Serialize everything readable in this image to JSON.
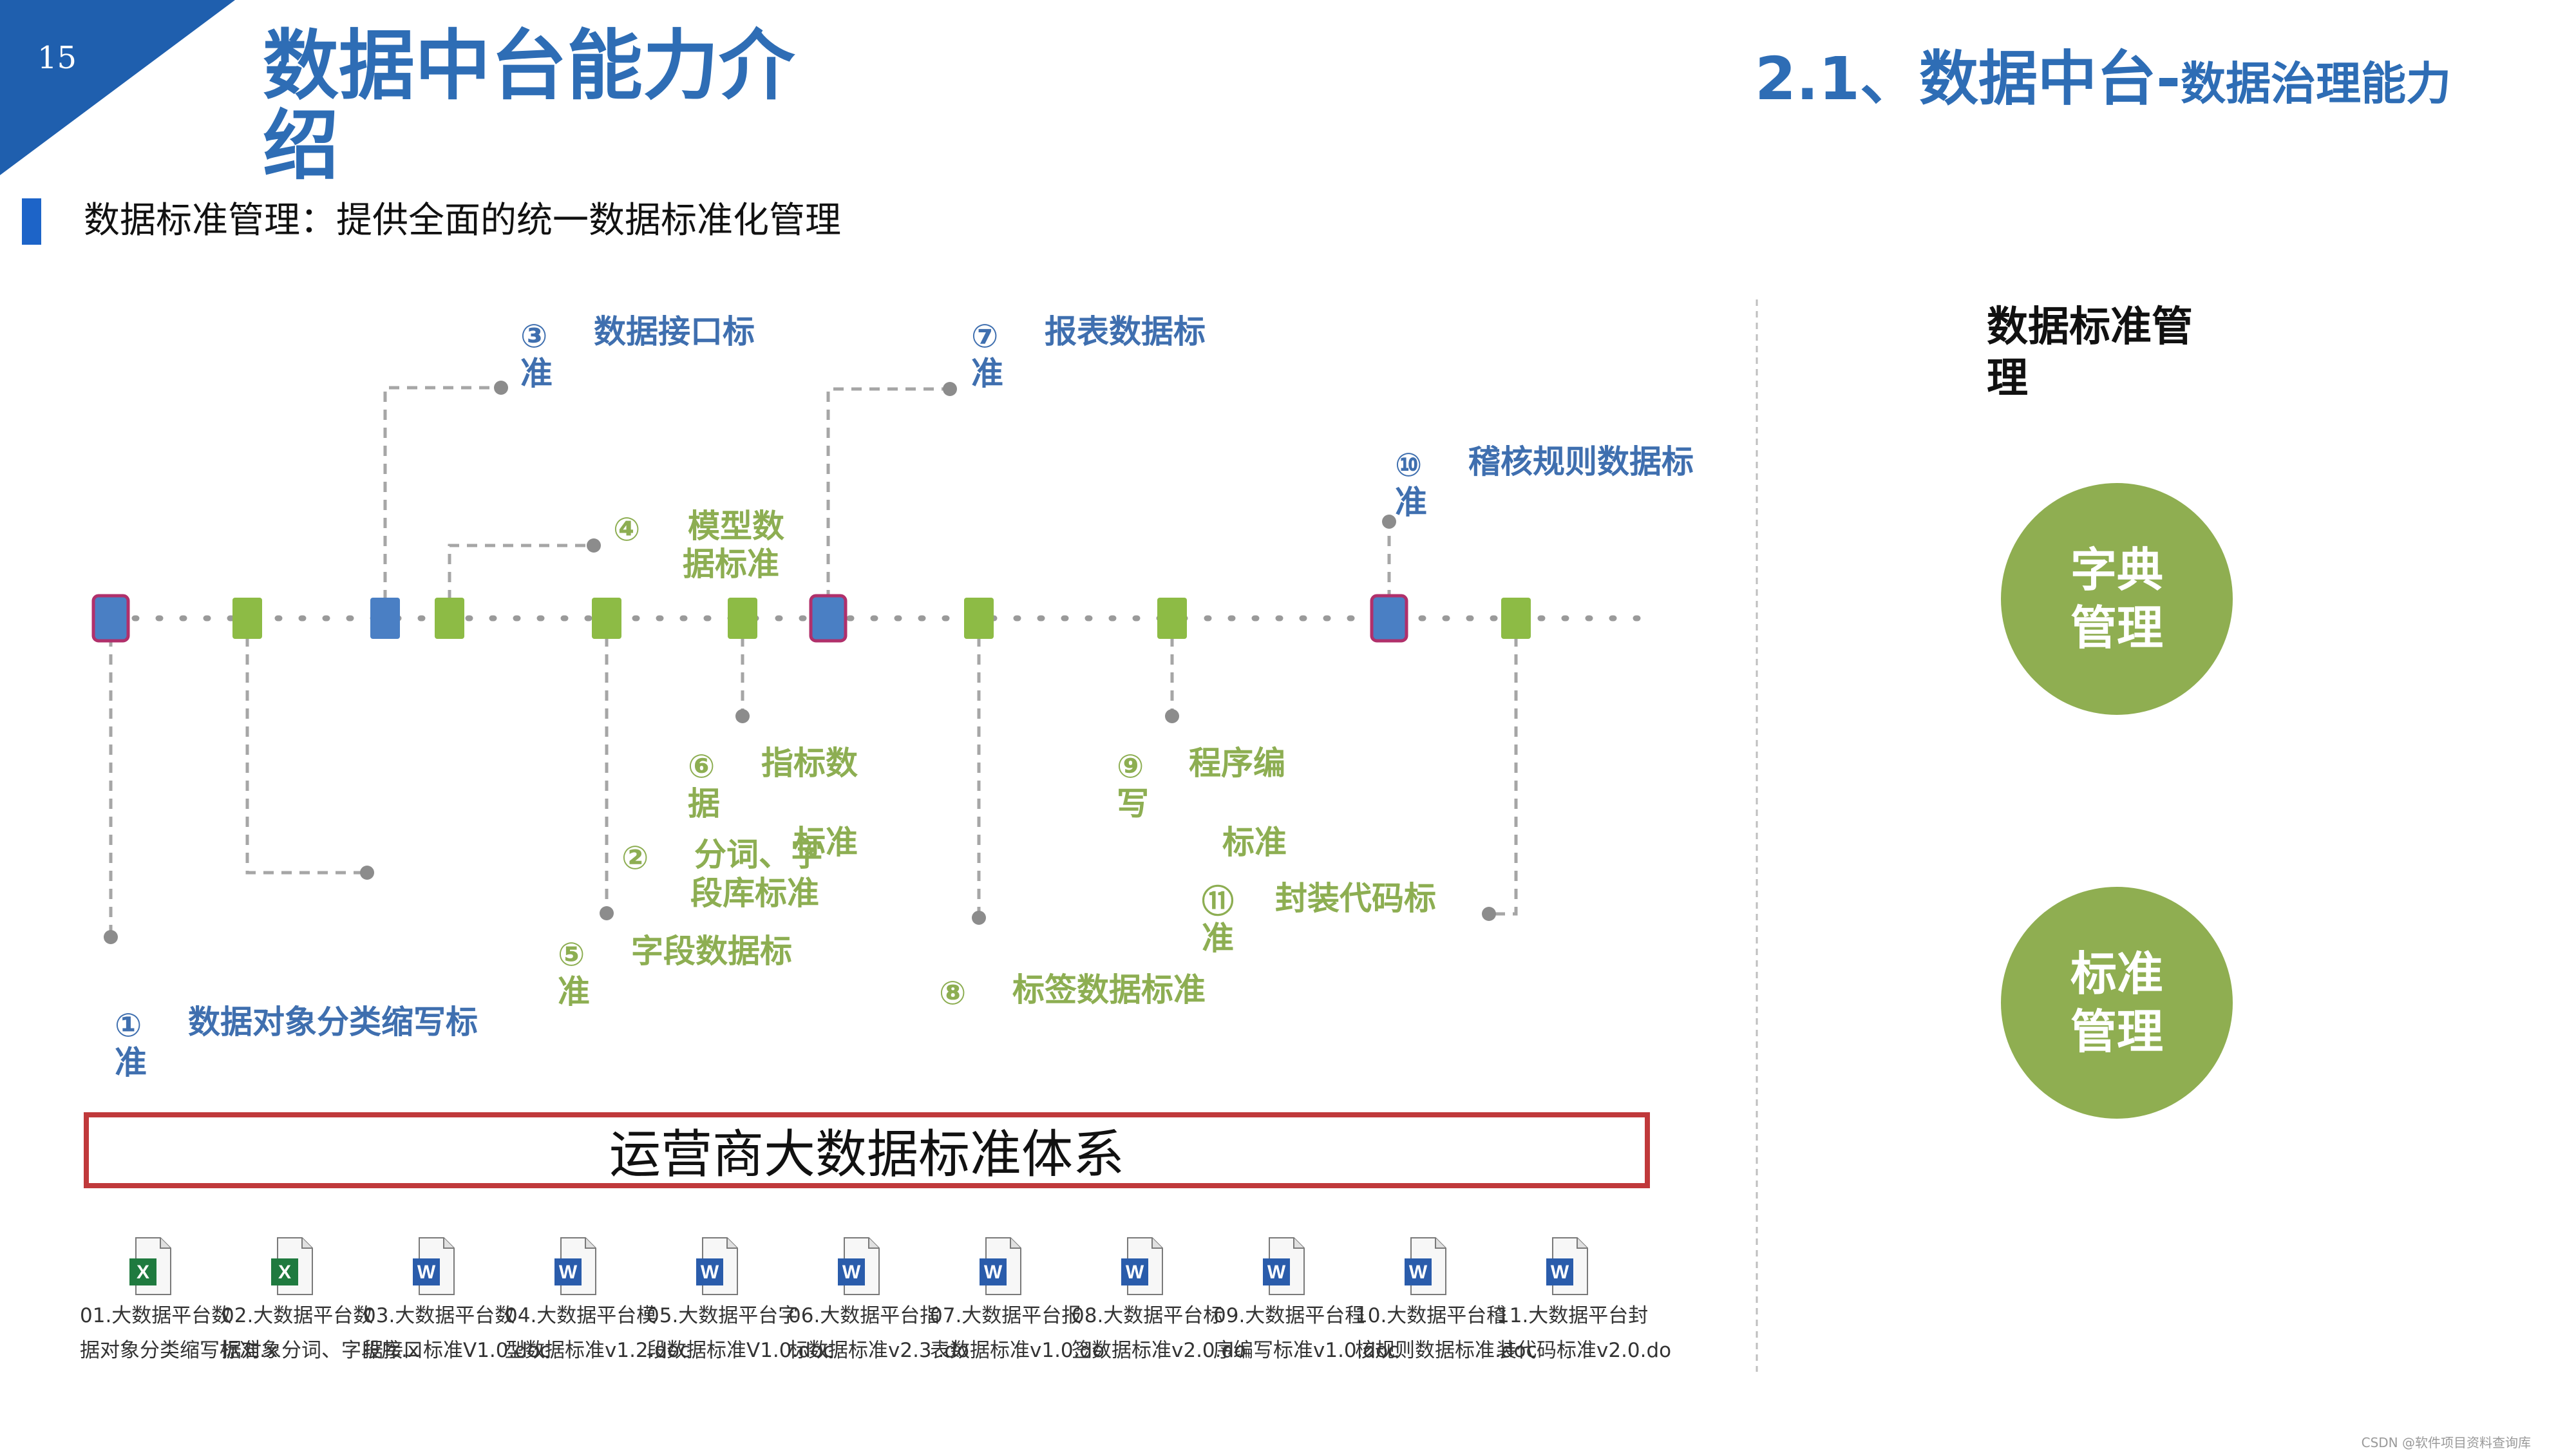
{
  "slide": {
    "page_number": "15",
    "title": "数据中台能力介绍",
    "section_prefix": "2.1、数据中台-",
    "section_title": "数据治理能力",
    "intro": "数据标准管理：提供全面的统一数据标准化管理",
    "right_heading": "数据标准管理",
    "circles": [
      "字典管理",
      "标准管理"
    ],
    "framework_label": "运营商大数据标准体系",
    "watermark": "CSDN @软件项目资料查询库"
  },
  "timeline": {
    "standards": [
      {
        "num": "①",
        "label": "数据对象分类缩写标",
        "label2": "准",
        "color": "blue"
      },
      {
        "num": "②",
        "label": "分词、字",
        "label2": "段库标准",
        "color": "green"
      },
      {
        "num": "③",
        "label": "数据接口标",
        "label2": "准",
        "color": "blue"
      },
      {
        "num": "④",
        "label": "模型数",
        "label2": "据标准",
        "color": "green"
      },
      {
        "num": "⑤",
        "label": "字段数据标",
        "label2": "准",
        "color": "green"
      },
      {
        "num": "⑥",
        "label": "指标数",
        "label2": "据",
        "label3": "标准",
        "color": "green"
      },
      {
        "num": "⑦",
        "label": "报表数据标",
        "label2": "准",
        "color": "blue"
      },
      {
        "num": "⑧",
        "label": "标签数据标准",
        "color": "green"
      },
      {
        "num": "⑨",
        "label": "程序编",
        "label2": "写",
        "label3": "标准",
        "color": "green"
      },
      {
        "num": "⑩",
        "label": "稽核规则数据标",
        "label2": "准",
        "color": "blue"
      },
      {
        "num": "⑪",
        "label": "封装代码标",
        "label2": "准",
        "color": "green"
      }
    ]
  },
  "files": [
    {
      "type": "xlsx",
      "line1": "01.大数据平台数",
      "line2": "据对象分类缩写标准.x"
    },
    {
      "type": "xlsx",
      "line1": "02.大数据平台数",
      "line2": "据对象分词、字段库.x"
    },
    {
      "type": "docx",
      "line1": "03.大数据平台数",
      "line2": "据接口标准V1.0.doc"
    },
    {
      "type": "docx",
      "line1": "04.大数据平台模",
      "line2": "型数据标准v1.2.doc"
    },
    {
      "type": "docx",
      "line1": "05.大数据平台字",
      "line2": "段数据标准V1.0.doc"
    },
    {
      "type": "docx",
      "line1": "06.大数据平台指",
      "line2": "标数据标准v2.3 .do"
    },
    {
      "type": "docx",
      "line1": "07.大数据平台报",
      "line2": "表数据标准v1.0.do"
    },
    {
      "type": "docx",
      "line1": "08.大数据平台标",
      "line2": "签数据标准v2.0.do"
    },
    {
      "type": "docx",
      "line1": "09.大数据平台程",
      "line2": "序编写标准v1.0.doc"
    },
    {
      "type": "docx",
      "line1": "10.大数据平台稽",
      "line2": "核规则数据标准.doc"
    },
    {
      "type": "docx",
      "line1": "11.大数据平台封",
      "line2": "装代码标准v2.0.do"
    }
  ],
  "colors": {
    "accent_blue": "#2e6db5",
    "node_blue": "#4a7fc4",
    "node_green": "#8dbb45",
    "circle_green": "#8fae51",
    "frame_red": "#c0393b"
  }
}
